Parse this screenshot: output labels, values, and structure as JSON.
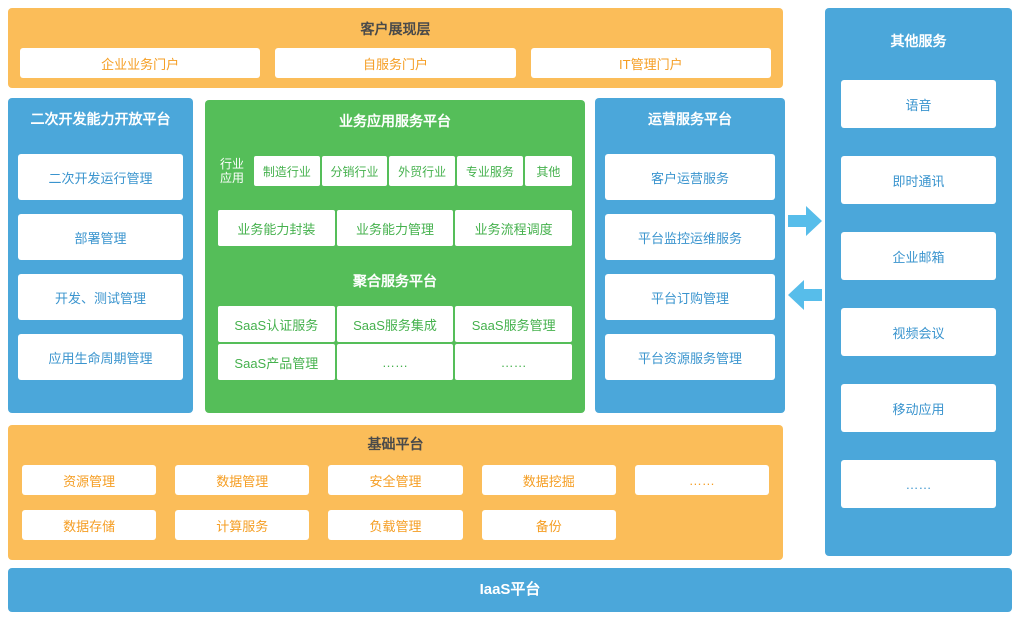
{
  "colors": {
    "orange": "#FBBD59",
    "blue": "#4BA7DA",
    "green": "#55BE59",
    "orange_text": "#F59E23",
    "blue_text": "#3A94CE",
    "green_text": "#45B14D",
    "dark_title": "#4A4A4A",
    "arrow": "#57BDEA"
  },
  "presentation": {
    "title": "客户展现层",
    "items": [
      "企业业务门户",
      "自服务门户",
      "IT管理门户"
    ]
  },
  "dev_platform": {
    "title": "二次开发能力开放平台",
    "items": [
      "二次开发运行管理",
      "部署管理",
      "开发、测试管理",
      "应用生命周期管理"
    ]
  },
  "business_platform": {
    "title": "业务应用服务平台",
    "industry_label": "行业应用",
    "industries": [
      "制造行业",
      "分销行业",
      "外贸行业",
      "专业服务",
      "其他"
    ],
    "capabilities": [
      "业务能力封装",
      "业务能力管理",
      "业务流程调度"
    ],
    "aggregation": {
      "title": "聚合服务平台",
      "row1": [
        "SaaS认证服务",
        "SaaS服务集成",
        "SaaS服务管理"
      ],
      "row2": [
        "SaaS产品管理",
        "……",
        "……"
      ]
    }
  },
  "operation_platform": {
    "title": "运营服务平台",
    "items": [
      "客户运营服务",
      "平台监控运维服务",
      "平台订购管理",
      "平台资源服务管理"
    ]
  },
  "other_services": {
    "title": "其他服务",
    "items": [
      "语音",
      "即时通讯",
      "企业邮箱",
      "视频会议",
      "移动应用",
      "……"
    ]
  },
  "base_platform": {
    "title": "基础平台",
    "row1": [
      "资源管理",
      "数据管理",
      "安全管理",
      "数据挖掘",
      "……"
    ],
    "row2": [
      "数据存储",
      "计算服务",
      "负载管理",
      "备份"
    ]
  },
  "iaas": {
    "title": "IaaS平台"
  }
}
